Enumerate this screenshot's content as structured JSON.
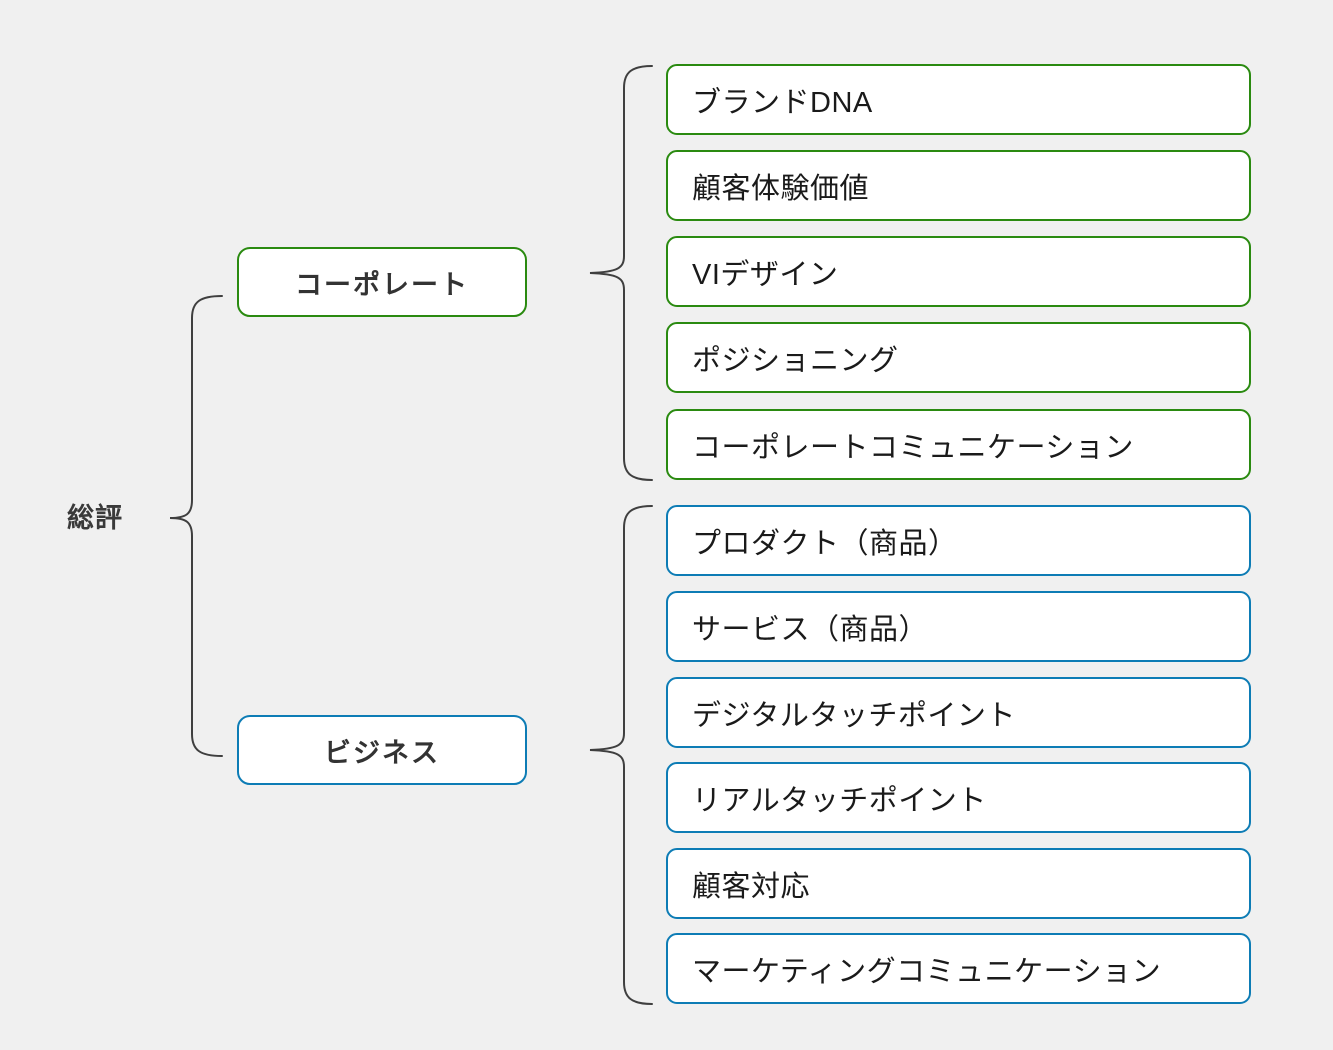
{
  "diagram": {
    "background_color": "#f0f0f0",
    "root": {
      "label": "総評"
    },
    "groups": [
      {
        "id": "corporate",
        "label": "コーポレート",
        "accent_color": "#2a8a10",
        "items": [
          {
            "label": "ブランドDNA"
          },
          {
            "label": "顧客体験価値"
          },
          {
            "label": "VIデザイン"
          },
          {
            "label": "ポジショニング"
          },
          {
            "label": "コーポレートコミュニケーション"
          }
        ]
      },
      {
        "id": "business",
        "label": "ビジネス",
        "accent_color": "#0d7cb5",
        "items": [
          {
            "label": "プロダクト（商品）"
          },
          {
            "label": "サービス（商品）"
          },
          {
            "label": "デジタルタッチポイント"
          },
          {
            "label": "リアルタッチポイント"
          },
          {
            "label": "顧客対応"
          },
          {
            "label": "マーケティングコミュニケーション"
          }
        ]
      }
    ]
  }
}
